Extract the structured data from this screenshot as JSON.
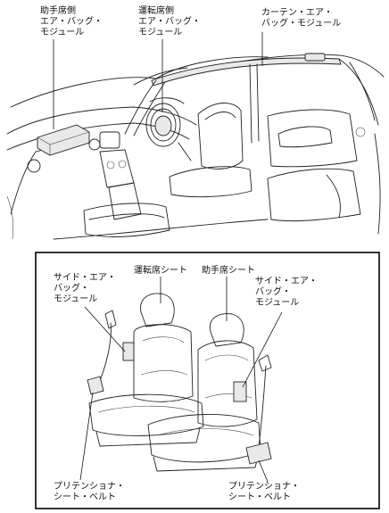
{
  "top_labels": {
    "passenger_airbag": [
      "助手席側",
      "エア・バッグ・",
      "モジュール"
    ],
    "driver_airbag": [
      "運転席側",
      "エア・バッグ・",
      "モジュール"
    ],
    "curtain_airbag": [
      "カーテン・エア・",
      "バッグ・モジュール"
    ]
  },
  "detail_labels": {
    "side_airbag_left": [
      "サイド・エア・",
      "バッグ・",
      "モジュール"
    ],
    "driver_seat": "運転席シート",
    "passenger_seat": "助手席シート",
    "side_airbag_right": [
      "サイド・エア・",
      "バッグ・",
      "モジュール"
    ],
    "pretensioner_left": [
      "プリテンショナ・",
      "シート・ベルト"
    ],
    "pretensioner_right": [
      "プリテンショナ・",
      "シート・ベルト"
    ]
  }
}
